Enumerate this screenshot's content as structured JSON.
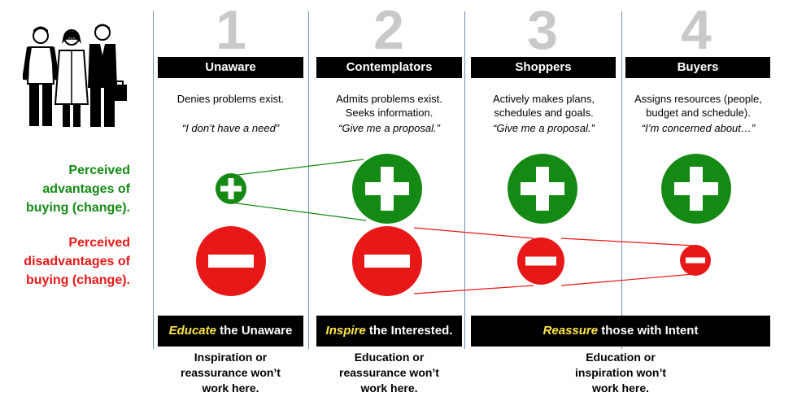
{
  "stages": [
    {
      "number": "1",
      "label": "Unaware",
      "desc_lines": [
        "Denies problems exist."
      ],
      "quote": "“I don’t have a need”"
    },
    {
      "number": "2",
      "label": "Contemplators",
      "desc_lines": [
        "Admits problems exist.",
        "Seeks information."
      ],
      "quote": "“Give me a proposal.”"
    },
    {
      "number": "3",
      "label": "Shoppers",
      "desc_lines": [
        "Actively makes plans,",
        "schedules and goals."
      ],
      "quote": "“Give me a proposal.”"
    },
    {
      "number": "4",
      "label": "Buyers",
      "desc_lines": [
        "Assigns resources (people,",
        "budget and schedule)."
      ],
      "quote": "“I’m concerned about…”"
    }
  ],
  "side_labels": {
    "advantages": [
      "Perceived",
      "advantages of",
      "buying (change)."
    ],
    "disadvantages": [
      "Perceived",
      "disadvantages of",
      "buying (change)."
    ]
  },
  "strategies": [
    {
      "emphasis": "Educate",
      "rest": " the Unaware"
    },
    {
      "emphasis": "Inspire",
      "rest": " the Interested."
    },
    {
      "emphasis": "Reassure",
      "rest": " those with Intent"
    }
  ],
  "bottom_notes": [
    [
      "Inspiration or",
      "reassurance won’t",
      "work here."
    ],
    [
      "Education or",
      "reassurance won’t",
      "work here."
    ],
    [
      "Education or",
      "inspiration won’t",
      "work here."
    ]
  ],
  "colors": {
    "advantage_green": "#148a14",
    "disadvantage_red": "#e81818",
    "stage_number_gray": "#c9c9c9",
    "strategy_emphasis_yellow": "#ffe64b",
    "divider_blue": "#6f8fb5"
  },
  "icons": {
    "people": "business-people-icon",
    "plus": "plus-circle-icon",
    "minus": "minus-circle-icon"
  }
}
